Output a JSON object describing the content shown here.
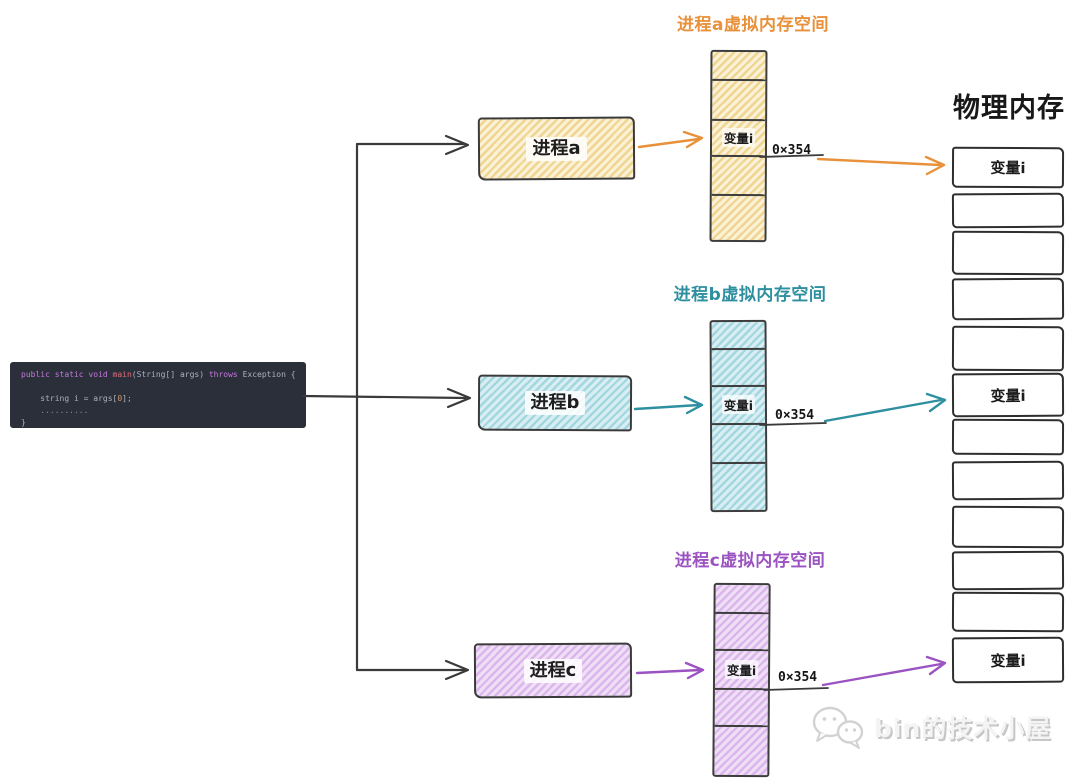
{
  "colors": {
    "ink": "#3a3a3a",
    "code_bg": "#2a2f3a",
    "orange": "#e8913a",
    "orange_fill_base": "#fbf2d6",
    "orange_fill_stripe": "#f0d492",
    "teal": "#2e8fa0",
    "teal_fill_base": "#d9eef2",
    "teal_fill_stripe": "#a2d7e0",
    "purple": "#9b53c1",
    "purple_fill_base": "#efdff6",
    "purple_fill_stripe": "#dbb5eb"
  },
  "code": {
    "lines": [
      {
        "tokens": [
          {
            "t": "public static void ",
            "c": "#c678dd"
          },
          {
            "t": "main",
            "c": "#e06c75"
          },
          {
            "t": "(String[] args) ",
            "c": "#abb2bf"
          },
          {
            "t": "throws",
            "c": "#c678dd"
          },
          {
            "t": " Exception {",
            "c": "#abb2bf"
          }
        ]
      },
      {
        "tokens": []
      },
      {
        "tokens": [
          {
            "t": "    string i = args[",
            "c": "#abb2bf"
          },
          {
            "t": "0",
            "c": "#d19a66"
          },
          {
            "t": "];",
            "c": "#abb2bf"
          }
        ]
      },
      {
        "tokens": [
          {
            "t": "    ..........",
            "c": "#8a919d"
          }
        ]
      },
      {
        "tokens": [
          {
            "t": "}",
            "c": "#abb2bf"
          }
        ]
      }
    ]
  },
  "processes": [
    {
      "box_label": "进程a",
      "space_title": "进程a虚拟内存空间",
      "var_label": "变量i",
      "address": "0×354"
    },
    {
      "box_label": "进程b",
      "space_title": "进程b虚拟内存空间",
      "var_label": "变量i",
      "address": "0×354"
    },
    {
      "box_label": "进程c",
      "space_title": "进程c虚拟内存空间",
      "var_label": "变量i",
      "address": "0×354"
    }
  ],
  "physical_memory": {
    "title": "物理内存",
    "mapped_cells": [
      {
        "label": "变量i",
        "process": "a"
      },
      {
        "label": "变量i",
        "process": "b"
      },
      {
        "label": "变量i",
        "process": "c"
      }
    ]
  },
  "watermark": {
    "icon": "wechat-icon",
    "text": "bin的技术小屋"
  }
}
